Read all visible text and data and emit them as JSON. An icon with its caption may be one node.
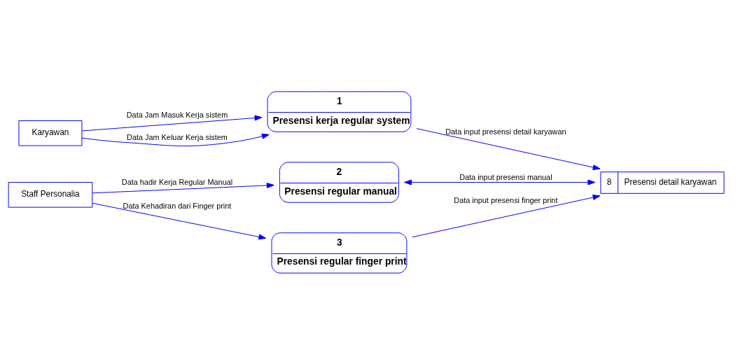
{
  "diagram": {
    "nodes": [
      {
        "text": [
          "Karyawan"
        ]
      },
      {
        "text": [
          "1",
          "Presensi kerja regular system"
        ]
      },
      {
        "text": [
          "Staff Personalia"
        ]
      },
      {
        "text": [
          "2",
          "Presensi regular manual"
        ]
      },
      {
        "text": [
          "3",
          "Presensi regular finger print"
        ]
      },
      {
        "text": [
          "8",
          "Presensi detail karyawan"
        ]
      }
    ],
    "edges": [
      {
        "from": 0,
        "to": 1,
        "arrow": "to",
        "label": "Data Jam Masuk Kerja sistem"
      },
      {
        "from": 0,
        "to": 1,
        "arrow": "to",
        "label": "Data Jam Keluar Kerja sistem"
      },
      {
        "from": 1,
        "to": 5,
        "arrow": "to",
        "label": "Data input presensi detail karyawan"
      },
      {
        "from": 2,
        "to": 3,
        "arrow": "to",
        "label": "Data hadir Kerja Regular Manual"
      },
      {
        "from": 3,
        "to": 5,
        "arrow": "both",
        "label": "Data input presensi manual"
      },
      {
        "from": 2,
        "to": 4,
        "arrow": "to",
        "label": "Data Kehadiran dari Finger print"
      },
      {
        "from": 4,
        "to": 5,
        "arrow": "to",
        "label": "Data input presensi finger print"
      }
    ]
  }
}
